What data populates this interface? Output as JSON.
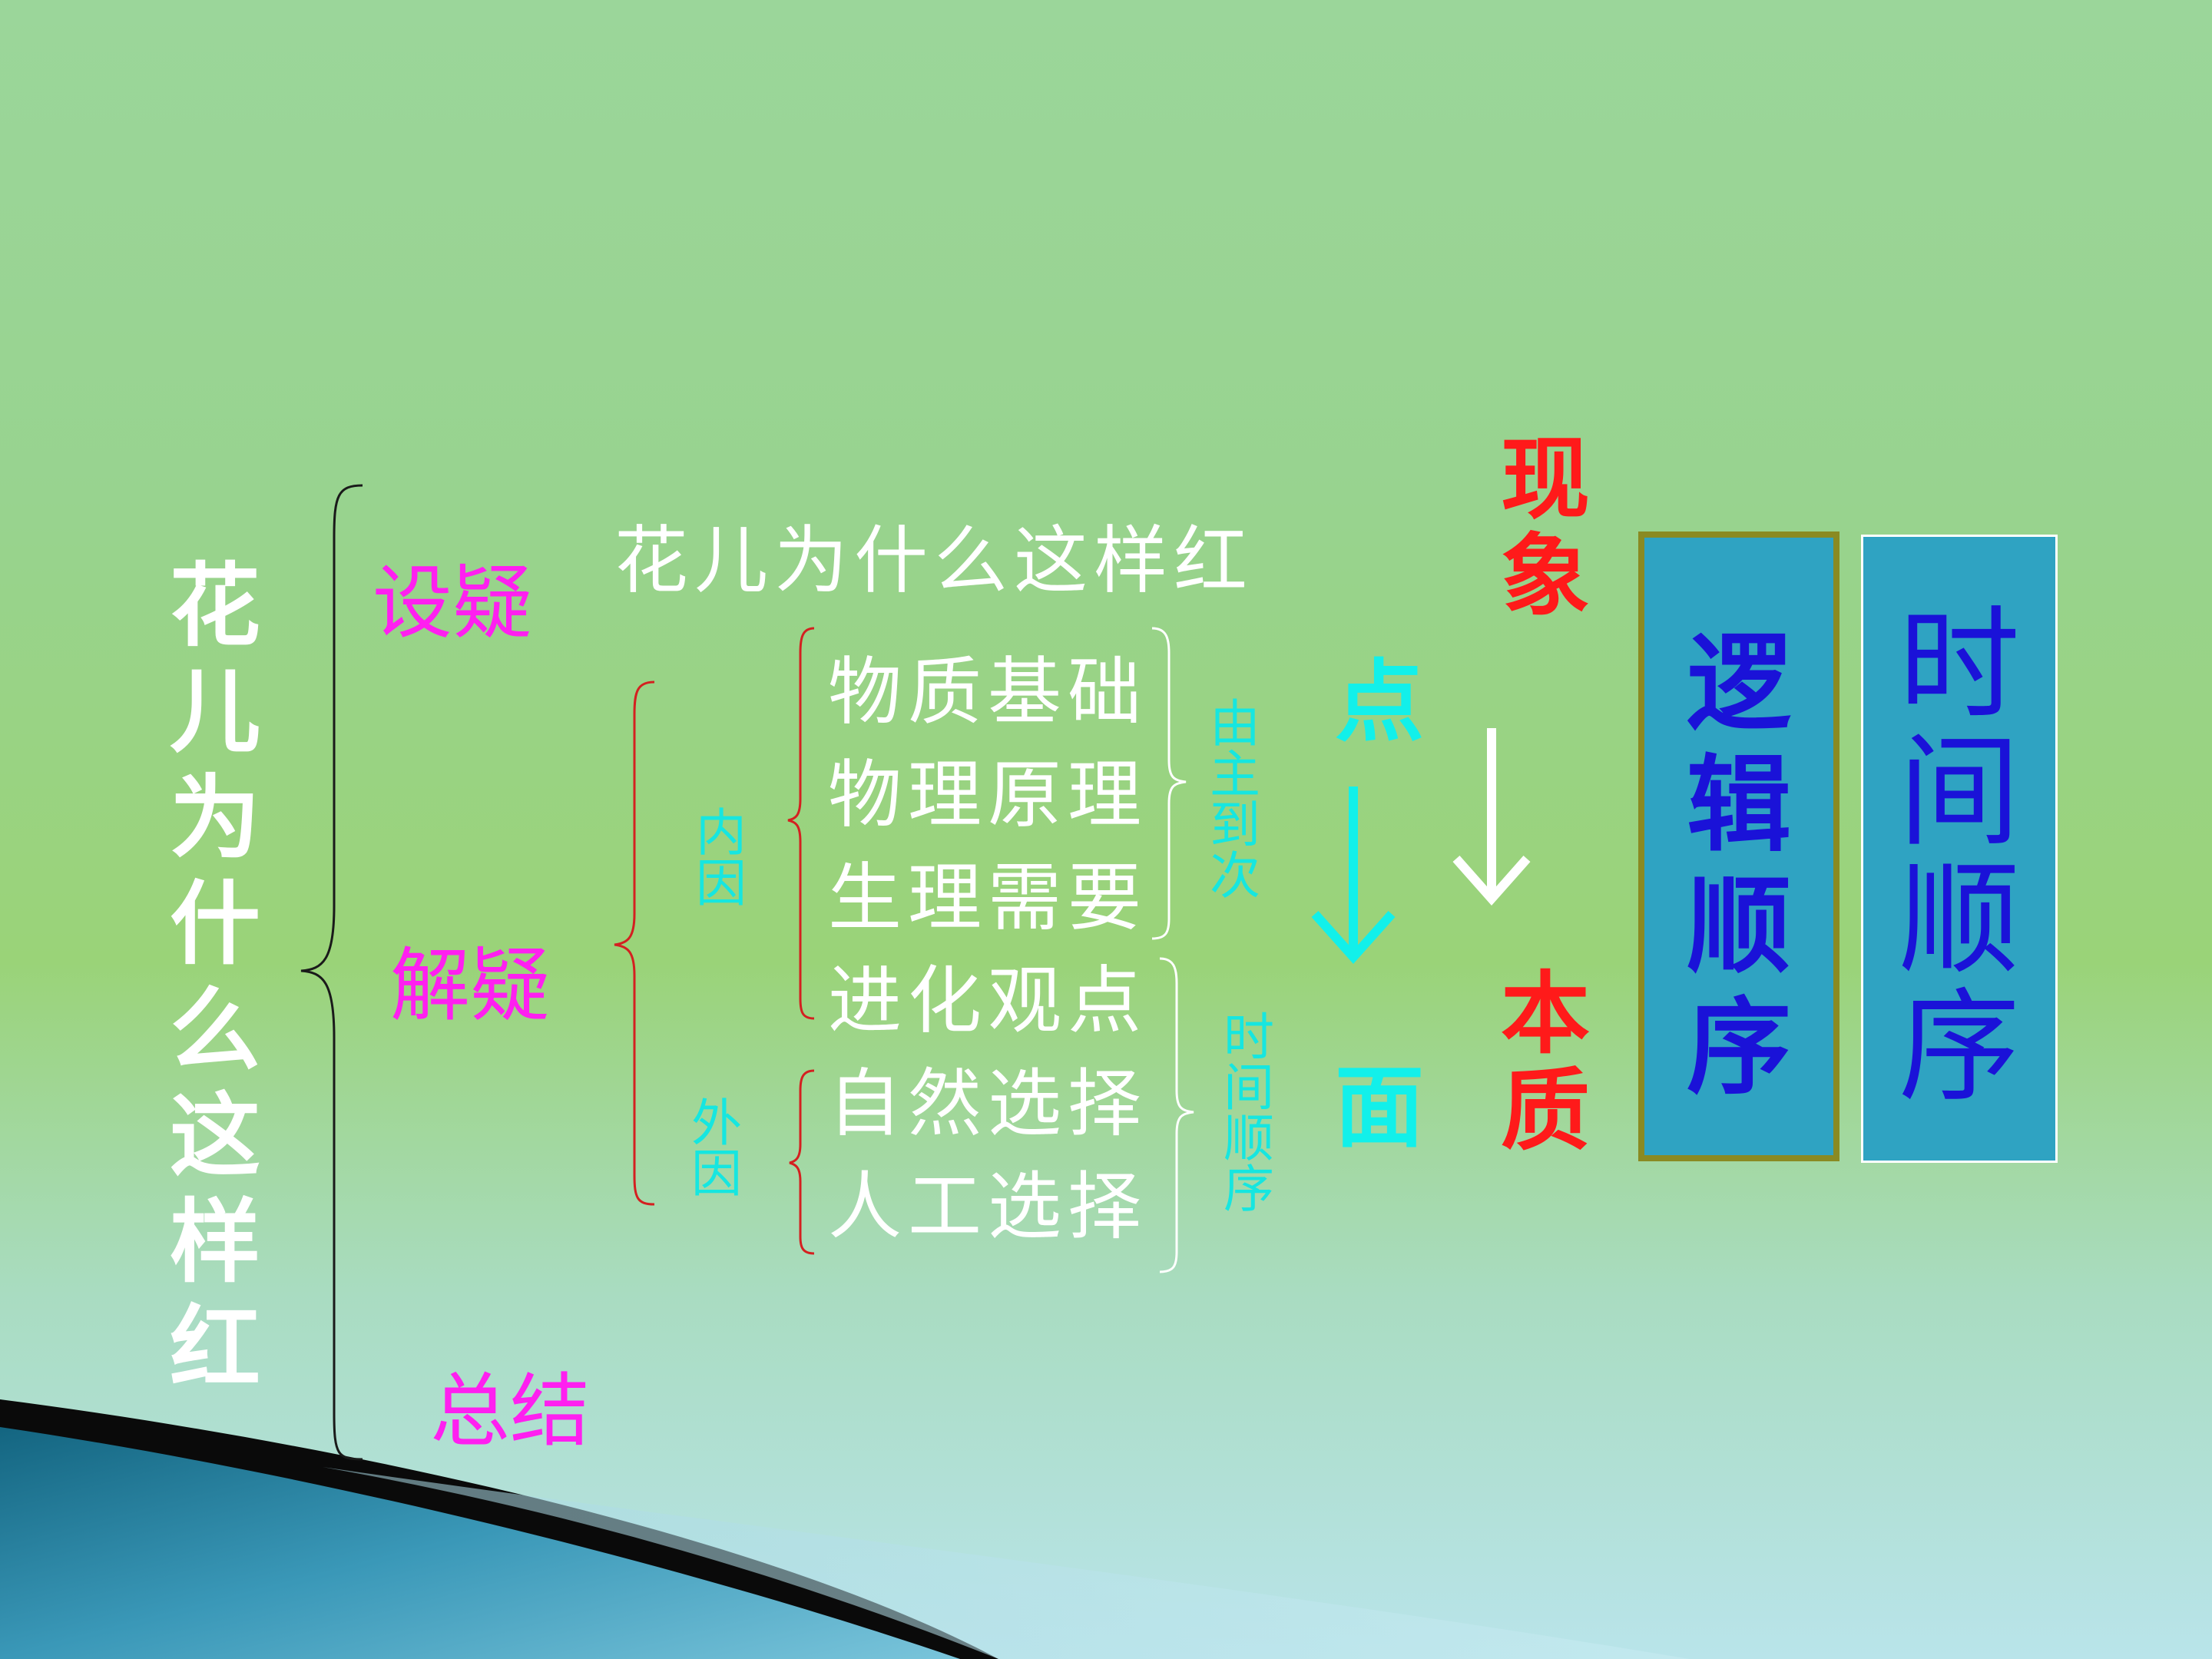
{
  "title_vertical": "花儿为什么这样红",
  "sections": {
    "doubt": "设疑",
    "resolve": "解疑",
    "summary": "总结"
  },
  "topic": "花儿为什么这样红",
  "items": [
    "物质基础",
    "物理原理",
    "生理需要",
    "进化观点",
    "自然选择",
    "人工选择"
  ],
  "causes": {
    "internal": "内因",
    "external": "外因"
  },
  "orders": {
    "primary_secondary": "由主到次",
    "time_order": "时间顺序"
  },
  "point_to_surface": {
    "top": "点",
    "bottom": "面"
  },
  "phenomenon_to_essence": {
    "top": "现象",
    "bottom": "本质"
  },
  "boxes": {
    "logical_order": "逻辑顺序",
    "time_order": "时间顺序"
  },
  "colors": {
    "white": "#ffffff",
    "magenta": "#ff1ff0",
    "cyan": "#16e6e0",
    "red": "#ff1a1a",
    "blue": "#1a12d8",
    "box_fill": "#2fa3c2",
    "box_border": "#8a8a22"
  }
}
